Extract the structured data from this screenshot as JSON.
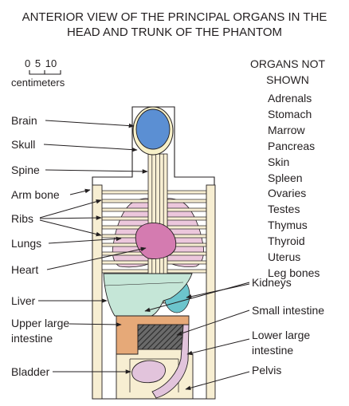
{
  "title": {
    "line1": "ANTERIOR VIEW OF THE PRINCIPAL ORGANS IN THE",
    "line2": "HEAD AND TRUNK OF THE PHANTOM"
  },
  "scale": {
    "ticks": [
      "0",
      "5",
      "10"
    ],
    "unit": "centimeters"
  },
  "organs_not_shown": {
    "heading_line1": "ORGANS NOT",
    "heading_line2": "SHOWN",
    "items": [
      "Adrenals",
      "Stomach",
      "Marrow",
      "Pancreas",
      "Skin",
      "Spleen",
      "Ovaries",
      "Testes",
      "Thymus",
      "Thyroid",
      "Uterus",
      "Leg bones"
    ]
  },
  "labels": {
    "brain": "Brain",
    "skull": "Skull",
    "spine": "Spine",
    "arm_bone": "Arm bone",
    "ribs": "Ribs",
    "lungs": "Lungs",
    "heart": "Heart",
    "liver": "Liver",
    "upper_large_intestine_line1": "Upper large",
    "upper_large_intestine_line2": "intestine",
    "bladder": "Bladder",
    "kidneys": "Kidneys",
    "small_intestine": "Small intestine",
    "lower_large_intestine_line1": "Lower large",
    "lower_large_intestine_line2": "intestine",
    "pelvis": "Pelvis"
  },
  "colors": {
    "brain": "#5b8fd3",
    "skull": "#f7f0c8",
    "bone": "#f7eed2",
    "lungs": "#ecc7dc",
    "heart": "#d47bb0",
    "liver": "#c5e6d7",
    "kidneys": "#6cc4cc",
    "upper_large_intestine": "#e6a978",
    "small_intestine": "#555555",
    "lower_large_intestine": "#e2c4dc",
    "bladder": "#e2c4dc",
    "outline": "#231f20"
  }
}
